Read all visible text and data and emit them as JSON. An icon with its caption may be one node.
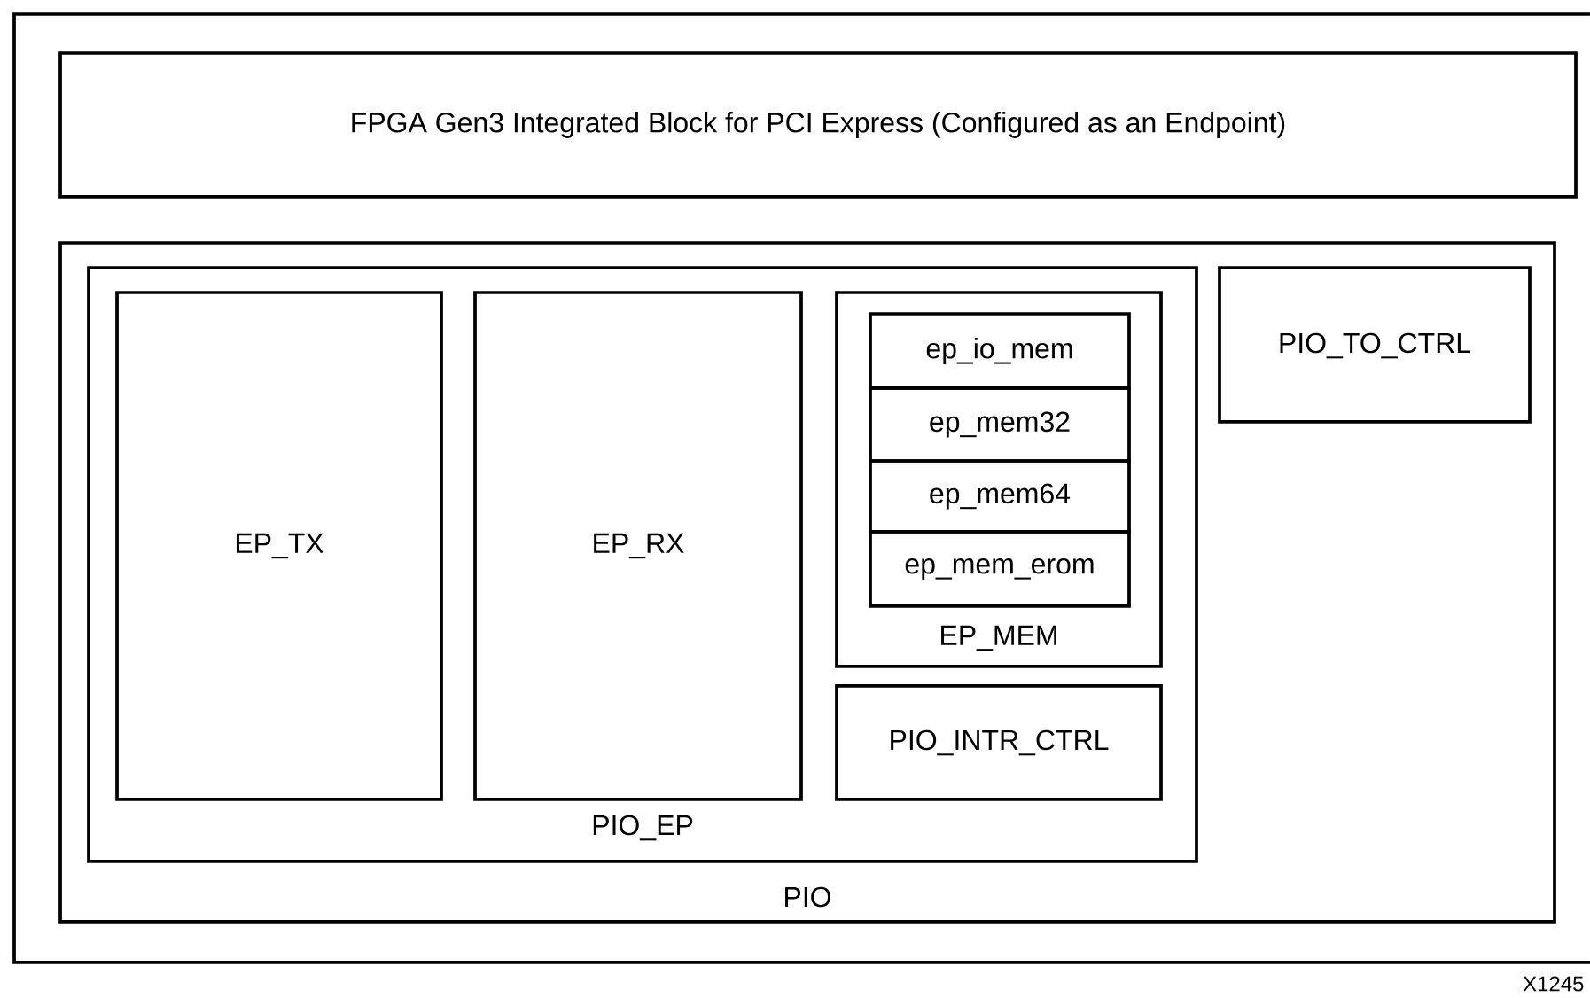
{
  "diagram": {
    "nodes": [
      {
        "text": [],
        "shape": "box"
      },
      {
        "text": [
          "FPGA Gen3 Integrated Block for PCI Express (Configured as an Endpoint)"
        ],
        "in": 0
      },
      {
        "text": [
          "PIO"
        ],
        "in": 0
      },
      {
        "text": [
          "PIO_EP"
        ],
        "in": 2
      },
      {
        "text": [
          "EP_TX"
        ],
        "in": 3
      },
      {
        "text": [
          "EP_RX"
        ],
        "in": 3
      },
      {
        "text": [
          "EP_MEM"
        ],
        "in": 3
      },
      {
        "text": [
          "ep_io_mem"
        ],
        "in": 6
      },
      {
        "text": [
          "ep_mem32"
        ],
        "in": 6
      },
      {
        "text": [
          "ep_mem64"
        ],
        "in": 6
      },
      {
        "text": [
          "ep_mem_erom"
        ],
        "in": 6
      },
      {
        "text": [
          "PIO_INTR_CTRL"
        ],
        "in": 3
      },
      {
        "text": [
          "PIO_TO_CTRL"
        ],
        "in": 2
      }
    ],
    "labels": [
      "X1245"
    ]
  }
}
